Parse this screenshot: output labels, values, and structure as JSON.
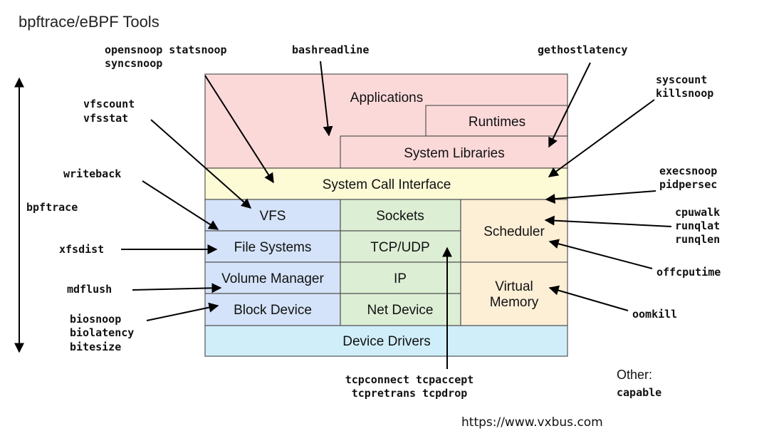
{
  "title": "bpftrace/eBPF Tools",
  "colors": {
    "applications": "#fcd9d9",
    "syscall": "#fdfad6",
    "vfs_stack": "#d4e3f9",
    "net_stack": "#dceed4",
    "scheduler": "#fdefd6",
    "drivers": "#cfeefa",
    "border": "#555555",
    "arrow": "#000000"
  },
  "boxes": {
    "applications": "Applications",
    "runtimes": "Runtimes",
    "system_libraries": "System Libraries",
    "system_call_interface": "System Call Interface",
    "vfs": "VFS",
    "sockets": "Sockets",
    "scheduler": "Scheduler",
    "file_systems": "File Systems",
    "tcp_udp": "TCP/UDP",
    "volume_manager": "Volume Manager",
    "ip": "IP",
    "virtual_memory_line1": "Virtual",
    "virtual_memory_line2": "Memory",
    "block_device": "Block Device",
    "net_device": "Net Device",
    "device_drivers": "Device Drivers"
  },
  "tools": {
    "opensnoop_statsnoop": "opensnoop statsnoop",
    "syncsnoop": "syncsnoop",
    "bashreadline": "bashreadline",
    "gethostlatency": "gethostlatency",
    "syscount": "syscount",
    "killsnoop": "killsnoop",
    "vfscount": "vfscount",
    "vfsstat": "vfsstat",
    "writeback": "writeback",
    "bpftrace": "bpftrace",
    "xfsdist": "xfsdist",
    "mdflush": "mdflush",
    "biosnoop": "biosnoop",
    "biolatency": "biolatency",
    "bitesize": "bitesize",
    "execsnoop": "execsnoop",
    "pidpersec": "pidpersec",
    "cpuwalk": "cpuwalk",
    "runqlat": "runqlat",
    "runqlen": "runqlen",
    "offcputime": "offcputime",
    "oomkill": "oomkill",
    "tcpconnect_tcpaccept": "tcpconnect tcpaccept",
    "tcpretrans_tcpdrop": "tcpretrans tcpdrop",
    "other_label": "Other:",
    "capable": "capable"
  },
  "watermark": "https://www.vxbus.com"
}
